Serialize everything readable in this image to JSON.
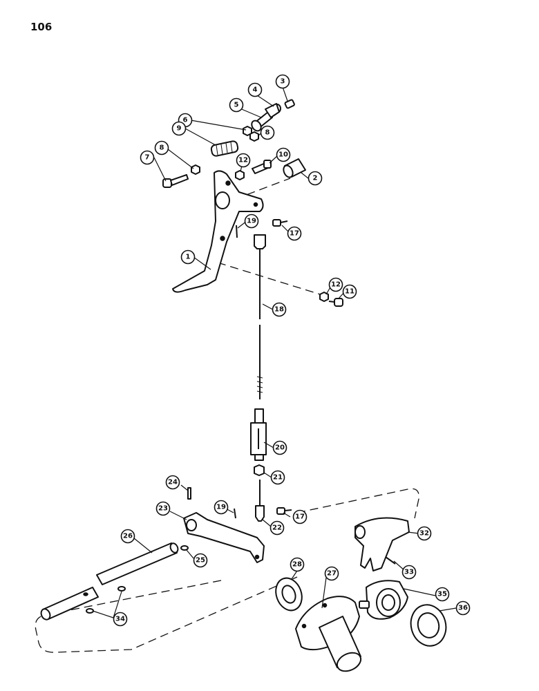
{
  "page_number": "106",
  "callouts": [
    {
      "label": "1"
    },
    {
      "label": "2"
    },
    {
      "label": "3"
    },
    {
      "label": "4"
    },
    {
      "label": "5"
    },
    {
      "label": "6"
    },
    {
      "label": "7"
    },
    {
      "label": "8"
    },
    {
      "label": "8"
    },
    {
      "label": "9"
    },
    {
      "label": "10"
    },
    {
      "label": "11"
    },
    {
      "label": "12"
    },
    {
      "label": "12"
    },
    {
      "label": "17"
    },
    {
      "label": "17"
    },
    {
      "label": "18"
    },
    {
      "label": "19"
    },
    {
      "label": "19"
    },
    {
      "label": "20"
    },
    {
      "label": "21"
    },
    {
      "label": "22"
    },
    {
      "label": "23"
    },
    {
      "label": "24"
    },
    {
      "label": "25"
    },
    {
      "label": "26"
    },
    {
      "label": "27"
    },
    {
      "label": "28"
    },
    {
      "label": "32"
    },
    {
      "label": "33"
    },
    {
      "label": "34"
    },
    {
      "label": "35"
    },
    {
      "label": "36"
    }
  ]
}
